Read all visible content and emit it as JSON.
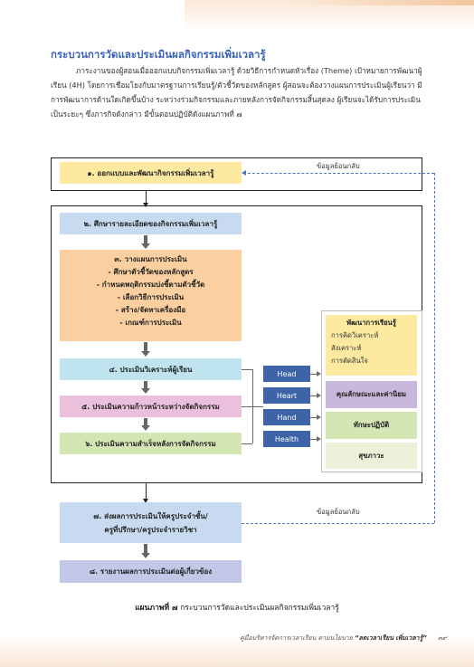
{
  "heading": "กระบวนการวัดและประเมินผลกิจกรรมเพิ่มเวลารู้",
  "paragraph": "ภาระงานของผู้สอนเมื่อออกแบบกิจกรรมเพิ่มเวลารู้ ด้วยวิธีการกำหนดหัวเรื่อง (Theme) เป้าหมายการพัฒนาผู้เรียน (4H) โดยการเชื่อมโยงกับมาตรฐานการเรียนรู้/ตัวชี้วัดของหลักสูตร ผู้สอนจะต้องวางแผนการประเมินผู้เรียนว่า มีการพัฒนาการด้านใดเกิดขึ้นบ้าง ระหว่างร่วมกิจกรรมและภายหลังการจัดกิจกรรมสิ้นสุดลง ผู้เรียนจะได้รับการประเมินเป็นระยะๆ ซึ่งภารกิจดังกล่าว มีขั้นตอนปฏิบัติดังแผนภาพที่ ๗",
  "steps": {
    "s1": "๑. ออกแบบและพัฒนากิจกรรมเพิ่มเวลารู้",
    "s2": "๒. ศึกษารายละเอียดของกิจกรรมเพิ่มเวลารู้",
    "s3": {
      "title": "๓. วางแผนการประเมิน",
      "items": [
        "- ศึกษาตัวชี้วัดของหลักสูตร",
        "- กำหนดพฤติกรรมบ่งชี้ตามตัวชี้วัด",
        "- เลือกวิธีการประเมิน",
        "- สร้าง/จัดหาเครื่องมือ",
        "- เกณฑ์การประเมิน"
      ]
    },
    "s4": "๔. ประเมินวิเคราะห์ผู้เรียน",
    "s5": "๕. ประเมินความก้าวหน้าระหว่างจัดกิจกรรม",
    "s6": "๖. ประเมินความสำเร็จหลังการจัดกิจกรรม",
    "s7_line1": "๗. ส่งผลการประเมินให้ครูประจำชั้น/",
    "s7_line2": "ครูที่ปรึกษา/ครูประจำรายวิชา",
    "s8": "๘. รายงานผลการประเมินต่อผู้เกี่ยวข้อง"
  },
  "h4": [
    "Head",
    "Heart",
    "Hand",
    "Health"
  ],
  "outcomes": {
    "knowledge_title": "พัฒนาการเรียนรู้",
    "knowledge_items": [
      "การคิดวิเคราะห์",
      "สังเคราะห์",
      "การตัดสินใจ"
    ],
    "values": "คุณลักษณะและค่านิยม",
    "skills": "ทักษะปฏิบัติ",
    "health": "สุขภาวะ"
  },
  "feedback_label": "ข้อมูลย้อนกลับ",
  "caption_bold": "แผนภาพที่ ๗",
  "caption_text": "กระบวนการวัดและประเมินผลกิจกรรมเพิ่มเวลารู้",
  "footer_text": "คู่มือบริหารจัดการเวลาเรียน ตามนโยบาย",
  "footer_quote": "“ลดเวลาเรียน เพิ่มเวลารู้”",
  "page_number": "๓๙",
  "colors": {
    "s1": "#fde9a0",
    "s2": "#c7daef",
    "s3": "#fbcf9f",
    "s4": "#bfe4f0",
    "s5": "#ebc0dc",
    "s6": "#d4e6b4",
    "s7": "#c7daef",
    "s8": "#c4c8e8",
    "h4": "#3c64a6",
    "values": "#c9b8dc",
    "skills": "#d4e6b4",
    "health": "#eaf1d8"
  }
}
